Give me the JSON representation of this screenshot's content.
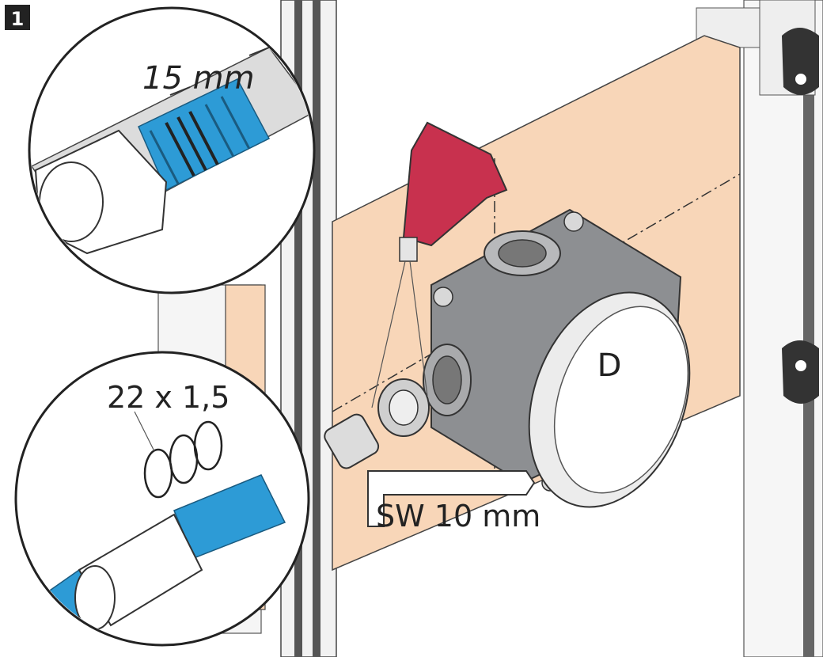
{
  "step": {
    "number": "1"
  },
  "callouts": {
    "gap": "15 mm",
    "o_ring": "22 x 1,5",
    "wrench": "SW 10 mm"
  },
  "colors": {
    "panel": "#f8d6b8",
    "hose_blue": "#2d9bd6",
    "tube_red": "#c8314e",
    "body_gray": "#8d8f92",
    "line": "#333333"
  }
}
